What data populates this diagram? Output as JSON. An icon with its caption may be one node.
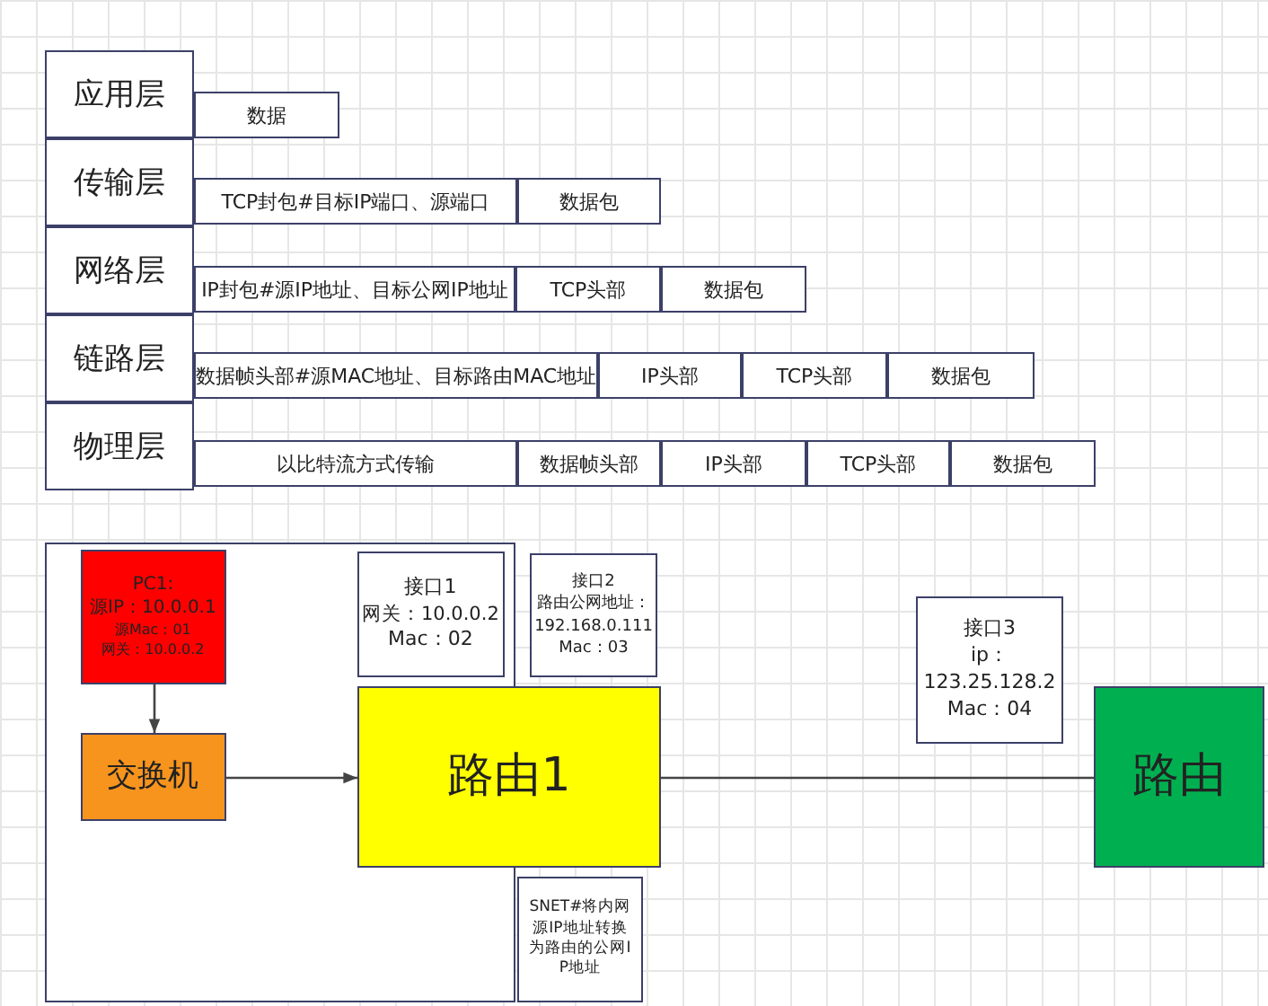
{
  "diagram": {
    "nodes": [
      {
        "text": [],
        "shape": "box"
      },
      {
        "text": [
          "PC1:",
          "源IP：10.0.0.1",
          "源Mac：01",
          "网关：10.0.0.2"
        ],
        "in": 0
      },
      {
        "text": [
          "接口1",
          "网关：10.0.0.2",
          "Mac：02"
        ],
        "in": 0
      },
      {
        "text": [
          "接口2",
          "路由公网地址：",
          "192.168.0.111",
          "Mac：03"
        ]
      },
      {
        "text": [
          "交换机"
        ],
        "in": 0
      },
      {
        "text": [
          "路由1"
        ]
      },
      {
        "text": [
          "SNET#将内网源IP地址转换为路由的公网IP地址"
        ]
      },
      {
        "text": [
          "接口3",
          "ip：",
          "123.25.128.2",
          "Mac：04"
        ]
      },
      {
        "text": [
          "路由"
        ]
      }
    ],
    "edges": [
      {
        "from": 1,
        "to": 4,
        "arrow": "to"
      },
      {
        "from": 4,
        "to": 5,
        "arrow": "to"
      },
      {
        "from": 5,
        "to": 8,
        "arrow": "none"
      }
    ],
    "labels": [
      "应用层",
      "数据",
      "传输层",
      "TCP封包#目标IP端口、源端口",
      "数据包",
      "网络层",
      "IP封包#源IP地址、目标公网IP地址",
      "TCP头部",
      "数据包",
      "链路层",
      "数据帧头部#源MAC地址、目标路由MAC地址",
      "IP头部",
      "TCP头部",
      "数据包",
      "物理层",
      "以比特流方式传输",
      "数据帧头部",
      "IP头部",
      "TCP头部",
      "数据包"
    ]
  }
}
